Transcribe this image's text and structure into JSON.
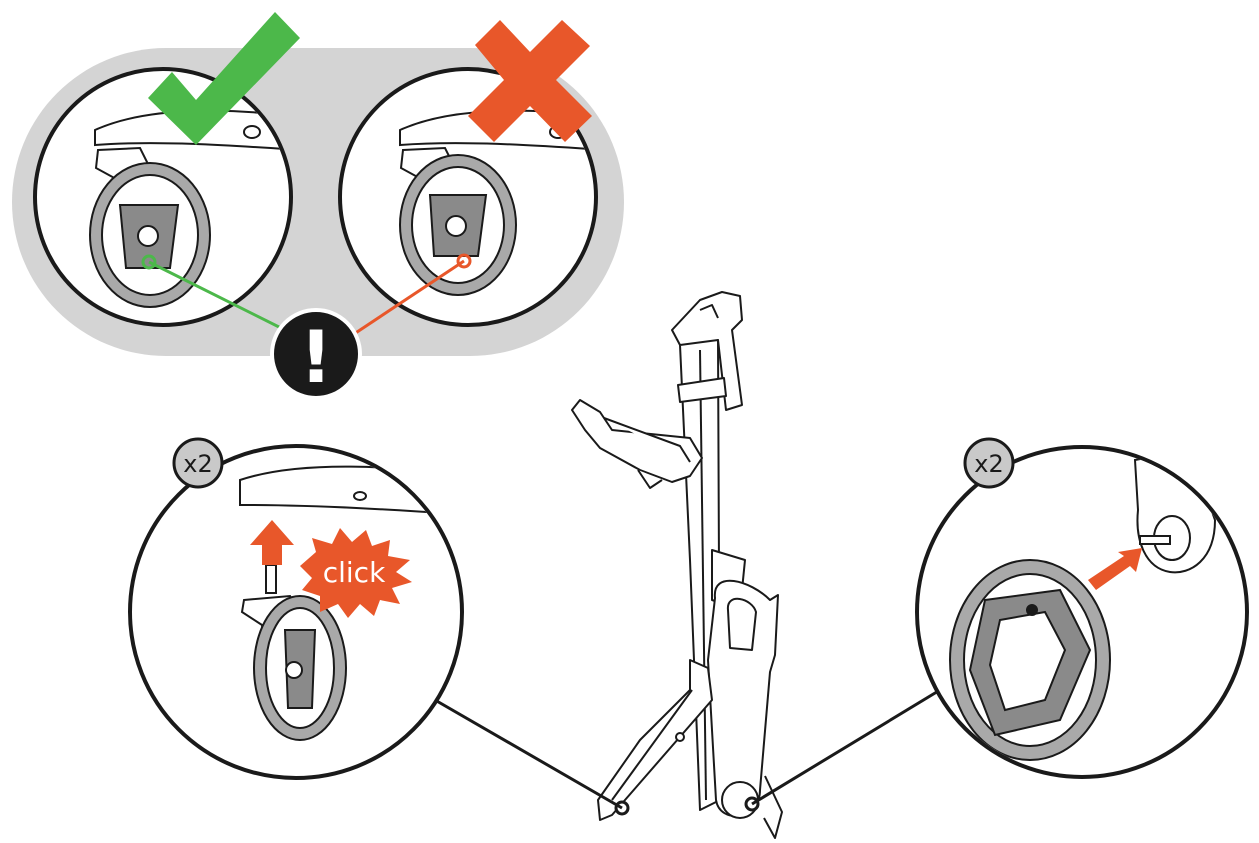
{
  "labels": {
    "badge_left": "x2",
    "badge_right": "x2",
    "click_text": "click",
    "warning_symbol": "!"
  },
  "colors": {
    "correct": "#4cb84a",
    "incorrect": "#e8572a",
    "arrow": "#e8572a",
    "panel": "#d4d4d4",
    "badge": "#c9c9c9",
    "line": "#1a1a1a",
    "tire": "#a9a9a9"
  },
  "icons": [
    "check-icon",
    "cross-icon",
    "exclamation-icon",
    "up-arrow-icon",
    "right-arrow-icon",
    "click-burst-icon"
  ]
}
